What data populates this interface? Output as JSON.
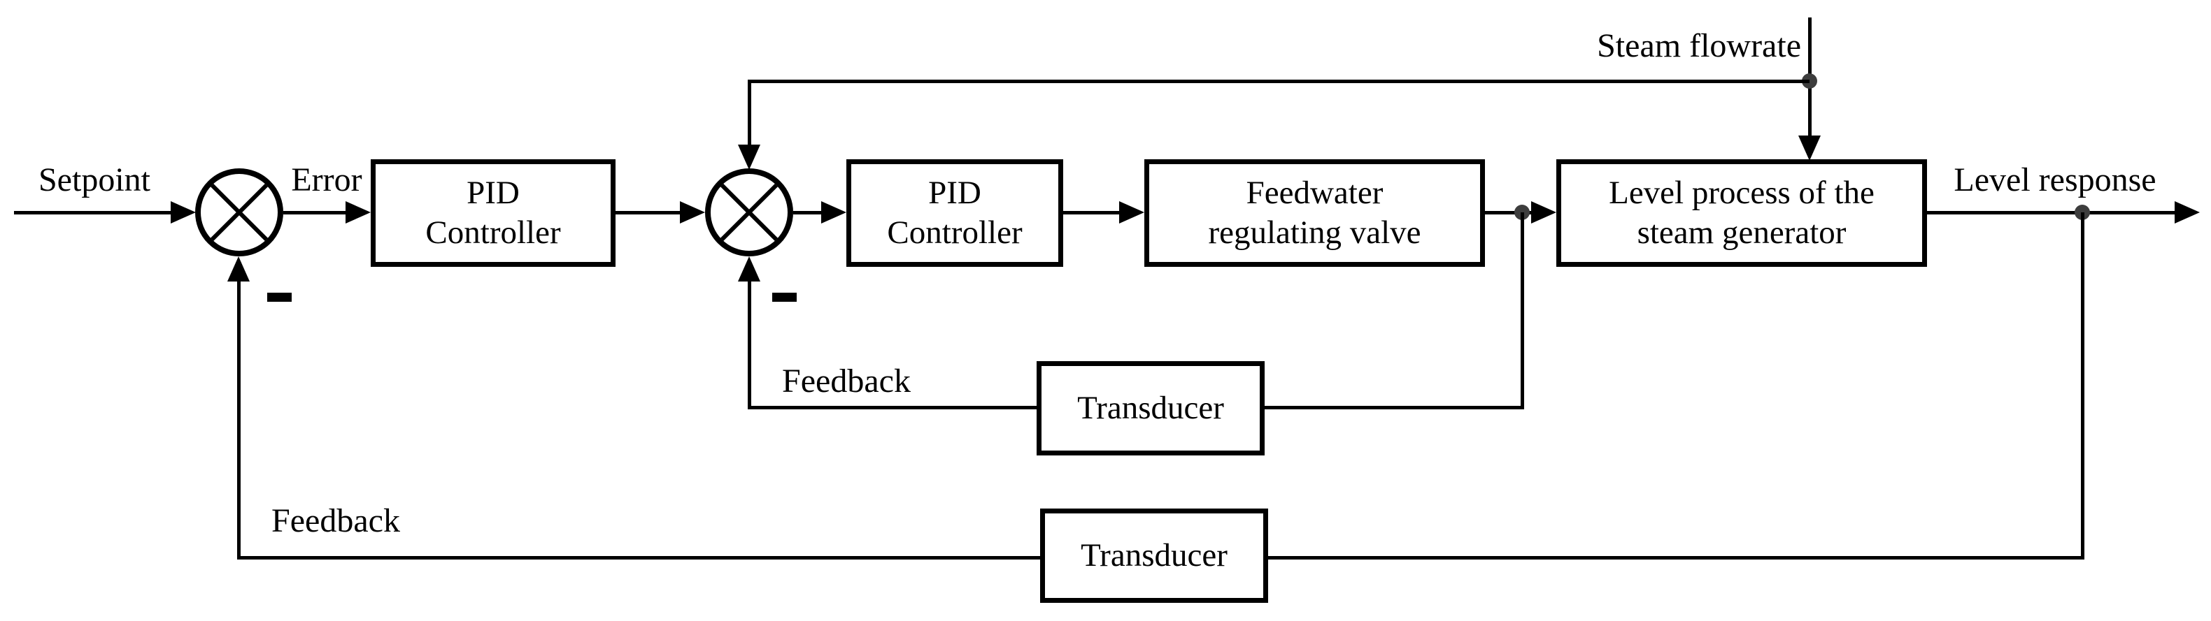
{
  "diagram": {
    "type": "control-block-diagram",
    "colors": {
      "background": "#ffffff",
      "line": "#000000",
      "junction_dot": "#3d3d3d"
    },
    "signal_labels": {
      "setpoint": "Setpoint",
      "error": "Error",
      "steam_flowrate": "Steam flowrate",
      "level_response": "Level response",
      "feedback_inner": "Feedback",
      "feedback_outer": "Feedback",
      "minus_sign": "-"
    },
    "blocks": {
      "pid_controller_1": {
        "line1": "PID",
        "line2": "Controller"
      },
      "pid_controller_2": {
        "line1": "PID",
        "line2": "Controller"
      },
      "feedwater_valve": {
        "line1": "Feedwater",
        "line2": "regulating valve"
      },
      "level_process": {
        "line1": "Level process of the",
        "line2": "steam generator"
      },
      "transducer_inner": {
        "label": "Transducer"
      },
      "transducer_outer": {
        "label": "Transducer"
      }
    }
  }
}
